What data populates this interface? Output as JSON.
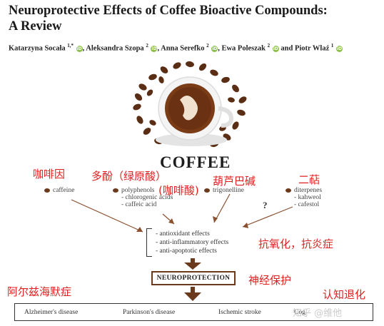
{
  "paper": {
    "title_line1": "Neuroprotective Effects of Coffee Bioactive Compounds:",
    "title_line2": "A Review",
    "authors": [
      {
        "name": "Katarzyna Socała",
        "sup": "1,*"
      },
      {
        "name": "Aleksandra Szopa",
        "sup": "2"
      },
      {
        "name": "Anna Serefko",
        "sup": "2"
      },
      {
        "name": "Ewa Poleszak",
        "sup": "2"
      },
      {
        "name": "Piotr Wlaź",
        "sup": "1"
      }
    ],
    "authors_sep": ",",
    "authors_and": "and"
  },
  "figure": {
    "coffee_label": "COFFEE",
    "compounds": {
      "caffeine": "caffeine",
      "polyphenols": "polyphenols",
      "chlorogenic_acids": "- chlorogenic acids",
      "caffeic_acid": "- caffeic acid",
      "trigonelline": "trigonelline",
      "diterpenes": "diterpenes",
      "kahweol": "- kahweol",
      "cafestol": "- cafestol",
      "unknown": "?"
    },
    "effects": [
      "- antioxidant effects",
      "- anti-inflammatory effects",
      "- anti-apoptotic effects"
    ],
    "neuroprotection": "NEUROPROTECTION",
    "diseases": [
      "Alzheimer's disease",
      "Parkinson's disease",
      "Ischemic stroke",
      "Cog"
    ]
  },
  "annotations": {
    "caffeine_cn": "咖啡因",
    "polyphenols_cn": "多酚（绿原酸）",
    "caffeic_acid_cn": "(咖啡酸)",
    "trigonelline_cn": "葫芦巴碱",
    "diterpenes_cn": "二萜",
    "effects_cn": "抗氧化，抗炎症",
    "neuroprotection_cn": "神经保护",
    "alzheimer_cn": "阿尔兹海默症",
    "cognitive_cn": "认知退化"
  },
  "watermark": "知乎 @维他",
  "colors": {
    "annotation_red": "#e02020",
    "coffee_brown": "#6b3a1c",
    "orcid_green": "#8cc04b"
  }
}
